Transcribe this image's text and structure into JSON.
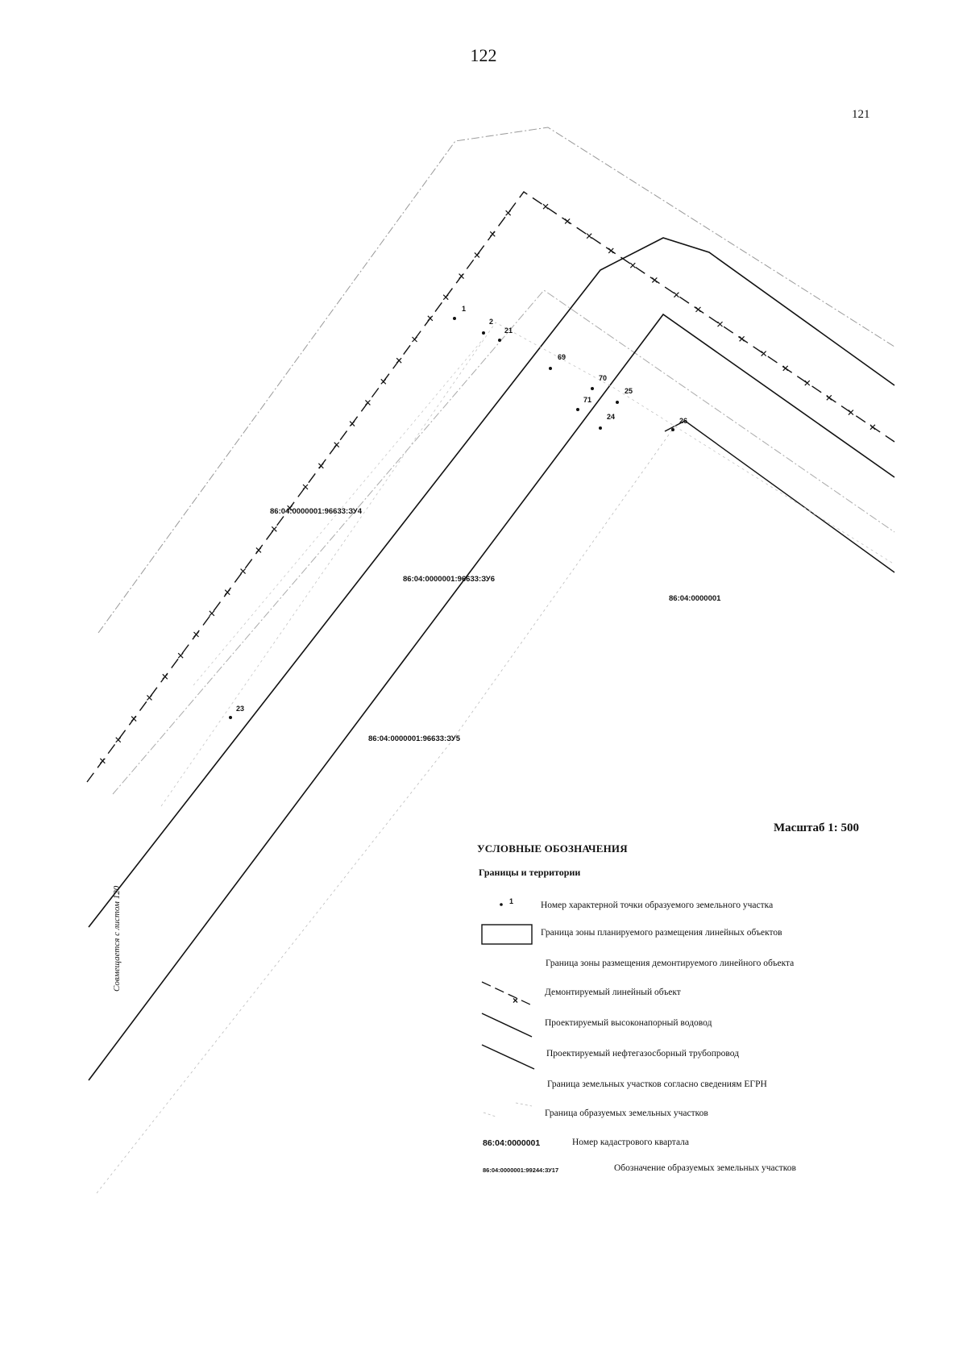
{
  "page": {
    "page_number": "122",
    "sheet_ref": "121"
  },
  "map": {
    "parcel_labels": [
      "86:04:0000001:96633:ЗУ4",
      "86:04:0000001:96633:ЗУ6",
      "86:04:0000001:96633:ЗУ5"
    ],
    "quarter_label": "86:04:0000001",
    "point_labels": [
      "1",
      "2",
      "21",
      "69",
      "70",
      "25",
      "71",
      "24",
      "26",
      "23"
    ],
    "side_note": "Совмещается с листом 120"
  },
  "legend": {
    "scale_label": "Масштаб 1: 500",
    "title": "УСЛОВНЫЕ ОБОЗНАЧЕНИЯ",
    "subtitle": "Границы и территории",
    "point_sample": "1",
    "items": [
      "Номер характерной точки образуемого земельного участка",
      "Граница зоны планируемого размещения линейных объектов",
      "Граница зоны размещения демонтируемого линейного объекта",
      "Демонтируемый линейный объект",
      "Проектируемый высоконапорный водовод",
      "Проектируемый нефтегазосборный трубопровод",
      "Граница земельных участков согласно сведениям ЕГРН",
      "Граница образуемых земельных участков"
    ],
    "quarter_code": "86:04:0000001",
    "quarter_desc": "Номер кадастрового квартала",
    "parcel_code": "86:04:0000001:99244:ЗУ17",
    "parcel_desc": "Обозначение образуемых земельных участков"
  }
}
